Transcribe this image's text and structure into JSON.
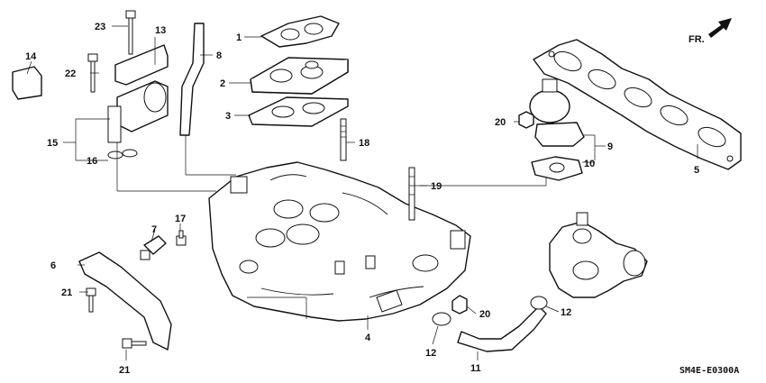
{
  "diagram": {
    "code": "SM4E-E0300A",
    "direction_label": "FR.",
    "callouts": {
      "c1": "1",
      "c2": "2",
      "c3": "3",
      "c4": "4",
      "c5": "5",
      "c6": "6",
      "c7": "7",
      "c8": "8",
      "c9": "9",
      "c10": "10",
      "c11": "11",
      "c12a": "12",
      "c12b": "12",
      "c13": "13",
      "c14": "14",
      "c15": "15",
      "c16": "16",
      "c17": "17",
      "c18": "18",
      "c19": "19",
      "c20a": "20",
      "c20b": "20",
      "c21a": "21",
      "c21b": "21",
      "c22": "22",
      "c23": "23"
    }
  }
}
